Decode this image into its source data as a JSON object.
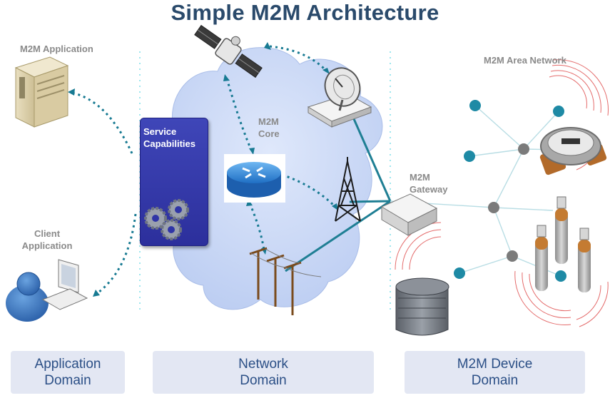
{
  "title": "Simple M2M Architecture",
  "labels": {
    "m2m_application": "M2M Application",
    "client_application_line1": "Client",
    "client_application_line2": "Application",
    "service_capabilities_line1": "Service",
    "service_capabilities_line2": "Capabilities",
    "m2m_core_line1": "M2M",
    "m2m_core_line2": "Core",
    "m2m_gateway_line1": "M2M",
    "m2m_gateway_line2": "Gateway",
    "m2m_area_network": "M2M Area Network"
  },
  "domains": {
    "application_line1": "Application",
    "application_line2": "Domain",
    "network_line1": "Network",
    "network_line2": "Domain",
    "device_line1": "M2M Device",
    "device_line2": "Domain"
  },
  "colors": {
    "title": "#2a4a6b",
    "cloud": "#c9d7f5",
    "service_box": "#3035a6",
    "link_teal": "#1f7f94",
    "dotted_teal": "#177a92",
    "area_node": "#1e8aa5",
    "area_hub": "#7b7b7b",
    "domain_bg": "#e3e7f3",
    "domain_text": "#2b4f86"
  },
  "icons": [
    "server-icon",
    "satellite-icon",
    "dish-antenna-icon",
    "router-icon",
    "cell-tower-icon",
    "utility-poles-icon",
    "gateway-box-icon",
    "gear-icon",
    "user-workstation-icon",
    "water-meter-icon",
    "gas-cylinders-icon",
    "water-tank-icon"
  ]
}
